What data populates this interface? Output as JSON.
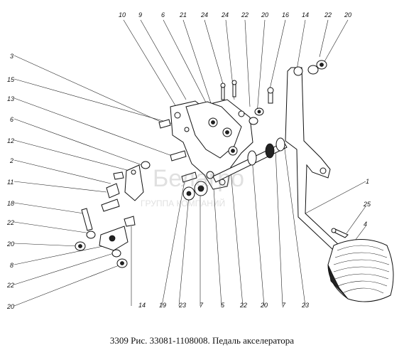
{
  "caption": "3309 Рис. 33081-1108008. Педаль акселератора",
  "watermark": {
    "line1": "Белагро",
    "line2": "ГРУППА КОМПАНИЙ"
  },
  "callouts": [
    {
      "id": "t10",
      "text": "10"
    },
    {
      "id": "t9",
      "text": "9"
    },
    {
      "id": "t6a",
      "text": "6"
    },
    {
      "id": "t21",
      "text": "21"
    },
    {
      "id": "t24a",
      "text": "24"
    },
    {
      "id": "t24b",
      "text": "24"
    },
    {
      "id": "t22a",
      "text": "22"
    },
    {
      "id": "t20a",
      "text": "20"
    },
    {
      "id": "t16",
      "text": "16"
    },
    {
      "id": "t14a",
      "text": "14"
    },
    {
      "id": "t22b",
      "text": "22"
    },
    {
      "id": "t20b",
      "text": "20"
    },
    {
      "id": "l3",
      "text": "3"
    },
    {
      "id": "l15",
      "text": "15"
    },
    {
      "id": "l13",
      "text": "13"
    },
    {
      "id": "l6",
      "text": "6"
    },
    {
      "id": "l12",
      "text": "12"
    },
    {
      "id": "l2",
      "text": "2"
    },
    {
      "id": "l11",
      "text": "11"
    },
    {
      "id": "l18",
      "text": "18"
    },
    {
      "id": "l22a",
      "text": "22"
    },
    {
      "id": "l20a",
      "text": "20"
    },
    {
      "id": "l8",
      "text": "8"
    },
    {
      "id": "l22b",
      "text": "22"
    },
    {
      "id": "l20b",
      "text": "20"
    },
    {
      "id": "r1",
      "text": "1"
    },
    {
      "id": "r25",
      "text": "25"
    },
    {
      "id": "r4",
      "text": "4"
    },
    {
      "id": "b14",
      "text": "14"
    },
    {
      "id": "b19",
      "text": "19"
    },
    {
      "id": "b23a",
      "text": "23"
    },
    {
      "id": "b7a",
      "text": "7"
    },
    {
      "id": "b5",
      "text": "5"
    },
    {
      "id": "b22",
      "text": "22"
    },
    {
      "id": "b20",
      "text": "20"
    },
    {
      "id": "b7b",
      "text": "7"
    },
    {
      "id": "b23b",
      "text": "23"
    }
  ]
}
